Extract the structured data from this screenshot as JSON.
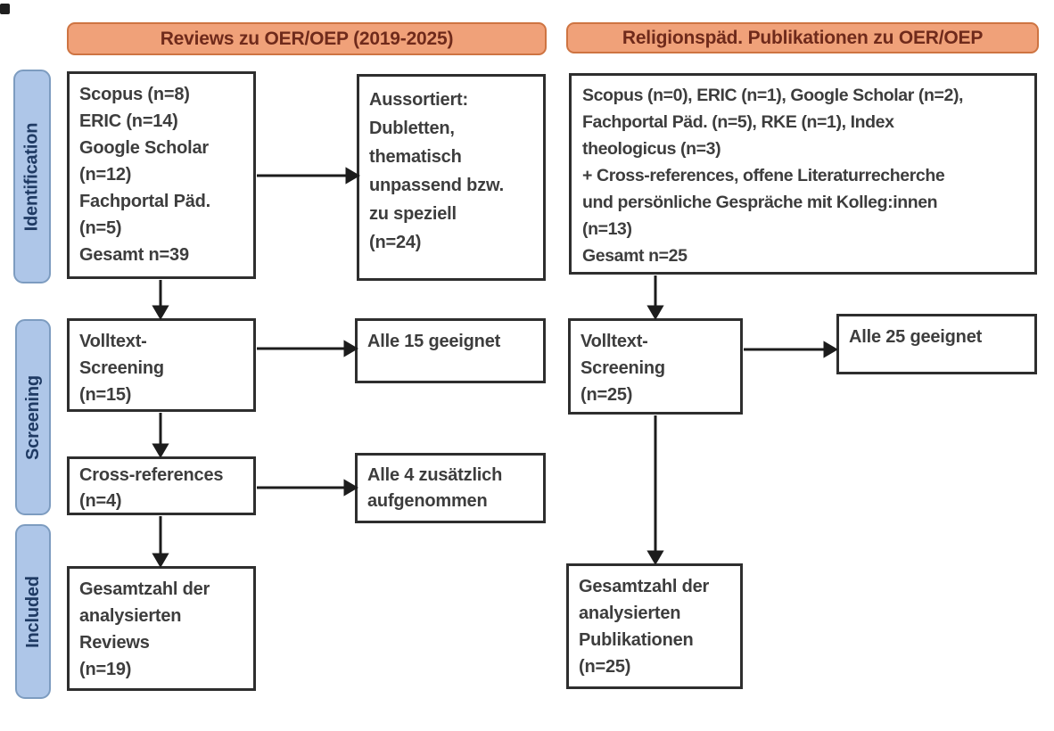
{
  "diagram_title": "PRISMA-style literature flow diagram",
  "stages": [
    {
      "label": "Identification"
    },
    {
      "label": "Screening"
    },
    {
      "label": "Included"
    }
  ],
  "left_column": {
    "header": "Reviews zu OER/OEP (2019-2025)",
    "identification_box": {
      "lines": [
        "Scopus (n=8)",
        "ERIC (n=14)",
        "Google Scholar",
        "(n=12)",
        "Fachportal Päd.",
        "(n=5)",
        "Gesamt n=39"
      ]
    },
    "excluded_box": {
      "lines": [
        "Aussortiert:",
        "Dubletten,",
        "thematisch",
        "unpassend bzw.",
        "zu speziell",
        "(n=24)"
      ]
    },
    "fulltext_box": {
      "lines": [
        "Volltext-",
        "Screening",
        "(n=15)"
      ]
    },
    "fulltext_result_box": {
      "lines": [
        "Alle 15 geeignet"
      ]
    },
    "crossref_box": {
      "lines": [
        "Cross-references",
        "(n=4)"
      ]
    },
    "crossref_result_box": {
      "lines": [
        "Alle 4 zusätzlich",
        "aufgenommen"
      ]
    },
    "included_box": {
      "lines": [
        "Gesamtzahl der",
        "analysierten",
        "Reviews",
        "(n=19)"
      ]
    }
  },
  "right_column": {
    "header": "Religionspäd. Publikationen zu OER/OEP",
    "identification_box": {
      "lines": [
        "Scopus (n=0), ERIC (n=1), Google Scholar (n=2),",
        "Fachportal Päd. (n=5), RKE (n=1), Index",
        "theologicus (n=3)",
        "+ Cross-references, offene Literaturrecherche",
        "und persönliche Gespräche mit Kolleg:innen",
        "(n=13)",
        "Gesamt n=25"
      ]
    },
    "fulltext_box": {
      "lines": [
        "Volltext-",
        "Screening",
        "(n=25)"
      ]
    },
    "fulltext_result_box": {
      "lines": [
        "Alle 25 geeignet"
      ]
    },
    "included_box": {
      "lines": [
        "Gesamtzahl der",
        "analysierten",
        "Publikationen",
        "(n=25)"
      ]
    }
  },
  "colors": {
    "header_fill": "#F0A179",
    "header_border": "#CE7442",
    "header_text": "#6F2A1B",
    "stage_fill": "#AEC6E8",
    "stage_border": "#7D9CC0",
    "stage_text": "#1F3A63",
    "box_border": "#2E2E2E",
    "box_text": "#3D3D3D",
    "arrow": "#1C1C1C",
    "background": "#FFFFFF"
  }
}
